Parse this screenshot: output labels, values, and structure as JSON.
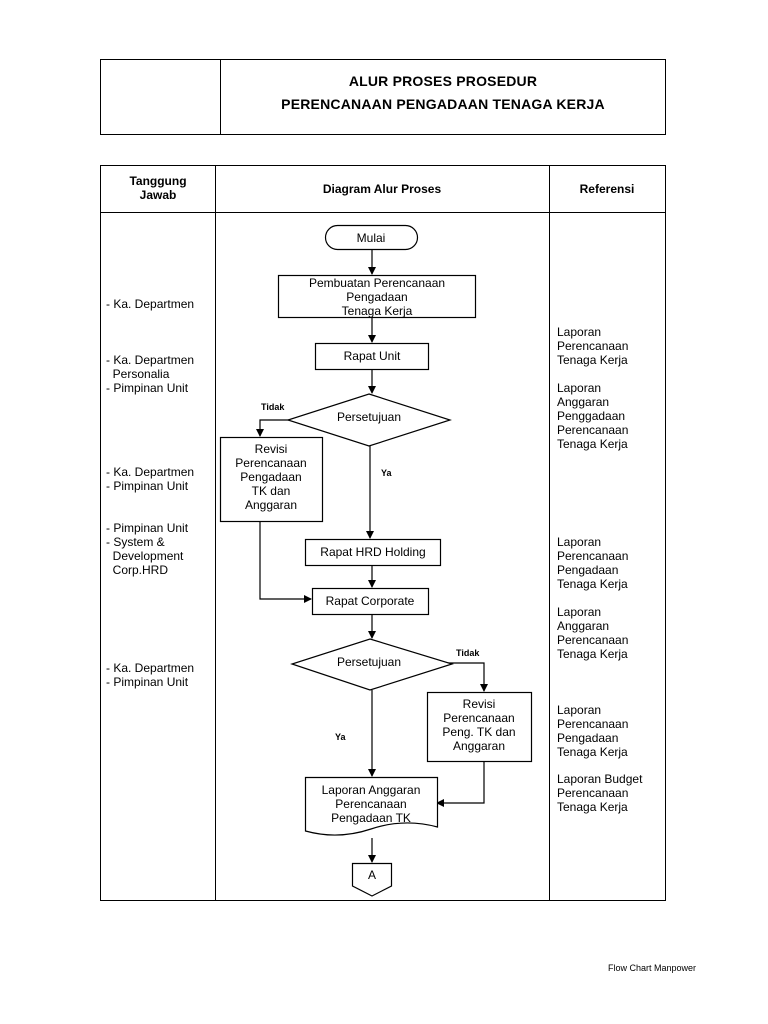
{
  "header": {
    "title_line1": "ALUR PROSES PROSEDUR",
    "title_line2": "PERENCANAAN PENGADAAN TENAGA KERJA"
  },
  "table": {
    "col_responsibility": [
      "Tanggung",
      "Jawab"
    ],
    "col_diagram": "Diagram Alur Proses",
    "col_reference": "Referensi"
  },
  "responsibilities": [
    "- Ka. Departmen",
    "- Ka. Departmen\n  Personalia\n- Pimpinan Unit",
    "- Ka. Departmen\n- Pimpinan Unit",
    "- Pimpinan Unit\n- System &\n  Development\n  Corp.HRD",
    "- Ka. Departmen\n- Pimpinan Unit"
  ],
  "references": [
    "Laporan\nPerencanaan\nTenaga Kerja",
    "Laporan\nAnggaran\nPenggadaan\nPerencanaan\nTenaga Kerja",
    "Laporan\nPerencanaan\nPengadaan\nTenaga Kerja",
    "Laporan\nAnggaran\nPerencanaan\nTenaga Kerja",
    "Laporan\nPerencanaan\nPengadaan\nTenaga Kerja",
    "Laporan Budget\nPerencanaan\nTenaga Kerja"
  ],
  "flow": {
    "start": "Mulai",
    "step1": [
      "Pembuatan Perencanaan",
      "Pengadaan",
      "Tenaga Kerja"
    ],
    "step2": "Rapat Unit",
    "decision1": "Persetujuan",
    "decision1_no": "Tidak",
    "decision1_yes": "Ya",
    "revision1": [
      "Revisi",
      "Perencanaan",
      "Pengadaan",
      "TK dan",
      "Anggaran"
    ],
    "step3": "Rapat HRD Holding",
    "step4": "Rapat Corporate",
    "decision2": "Persetujuan",
    "decision2_no": "Tidak",
    "decision2_yes": "Ya",
    "revision2": [
      "Revisi",
      "Perencanaan",
      "Peng. TK dan",
      "Anggaran"
    ],
    "document": [
      "Laporan Anggaran",
      "Perencanaan",
      "Pengadaan TK"
    ],
    "connector": "A"
  },
  "footer": "Flow Chart Manpower"
}
